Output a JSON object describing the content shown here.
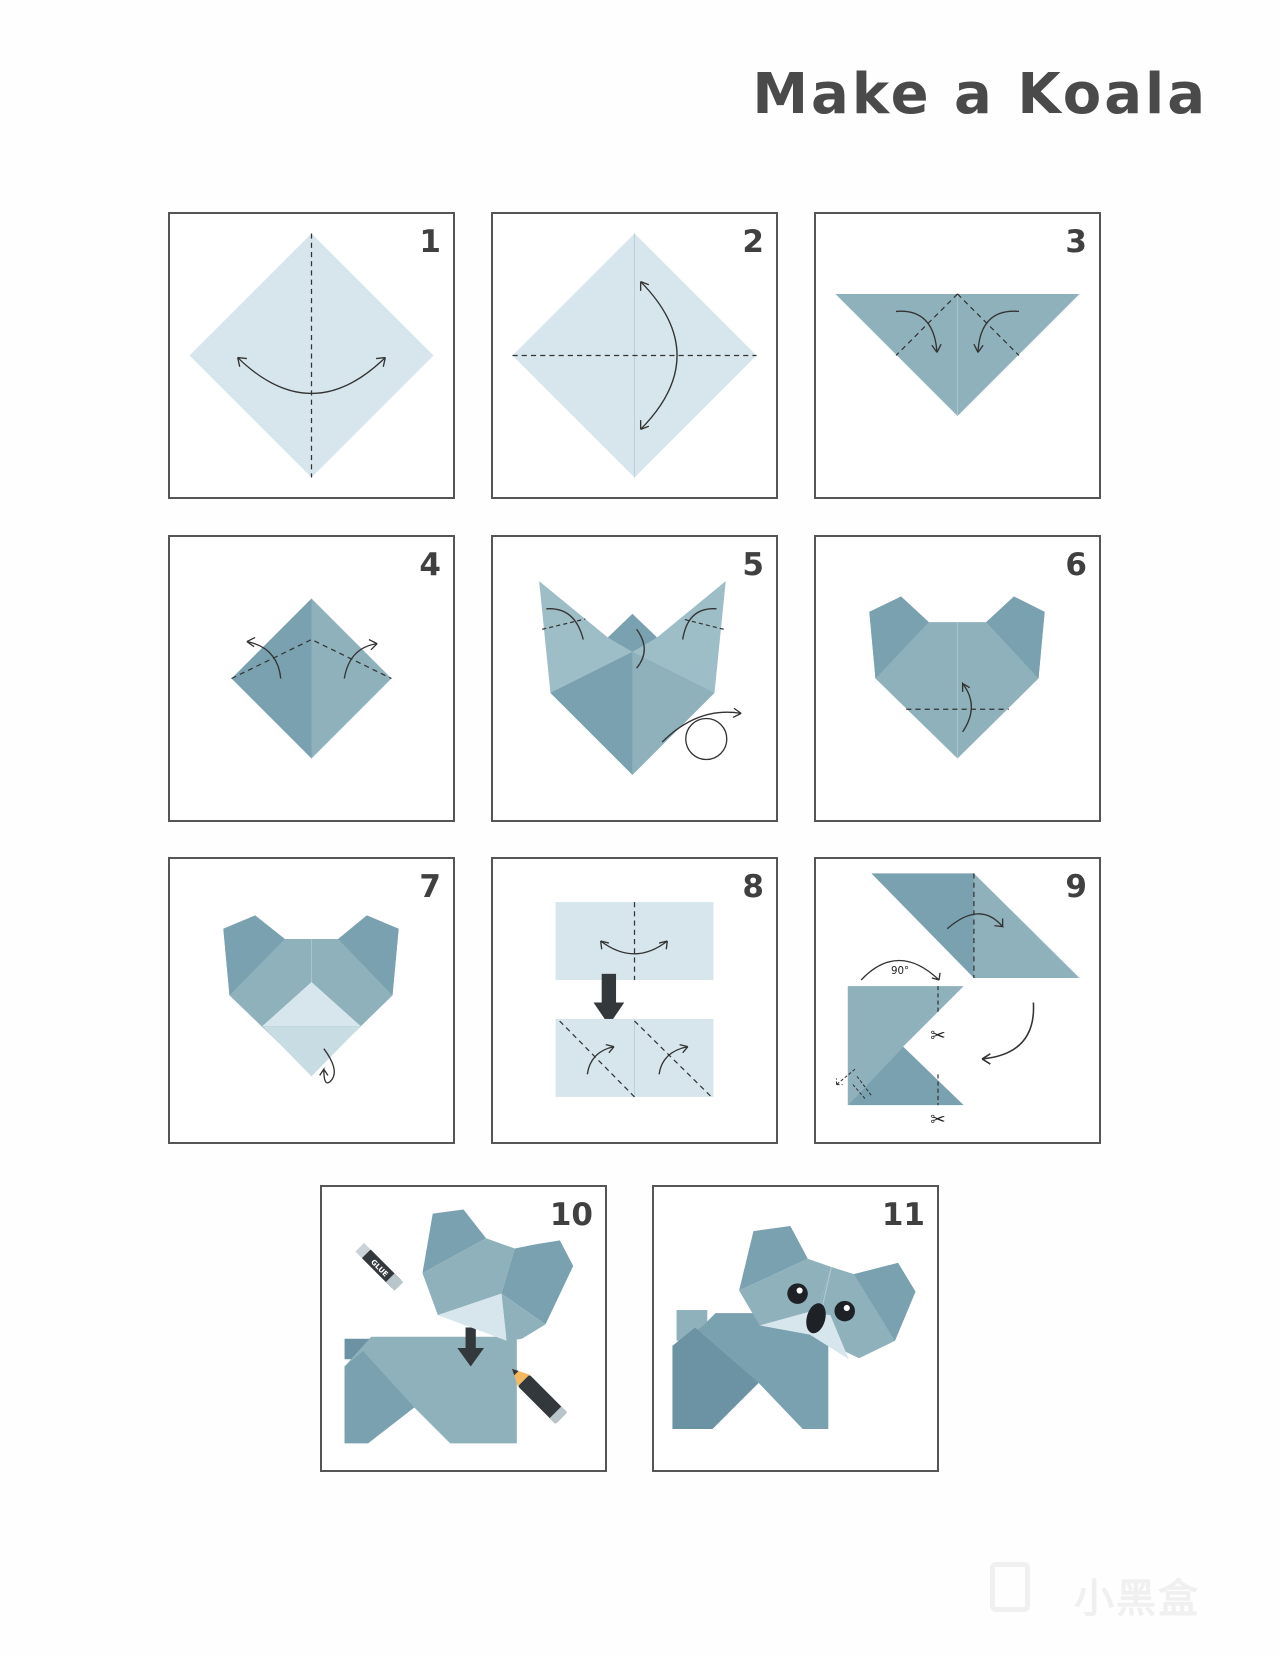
{
  "title": "Make a Koala",
  "steps": [
    {
      "number": "1"
    },
    {
      "number": "2"
    },
    {
      "number": "3"
    },
    {
      "number": "4"
    },
    {
      "number": "5"
    },
    {
      "number": "6"
    },
    {
      "number": "7"
    },
    {
      "number": "8"
    },
    {
      "number": "9",
      "angle_label": "90°"
    },
    {
      "number": "10",
      "glue_label": "GLUE"
    },
    {
      "number": "11"
    }
  ],
  "watermark": "小黑盒",
  "colors": {
    "light": "#d6e6ec",
    "mid": "#8fb1bc",
    "dark": "#7aa1af",
    "darker": "#6b93a3",
    "ink": "#33383d"
  }
}
